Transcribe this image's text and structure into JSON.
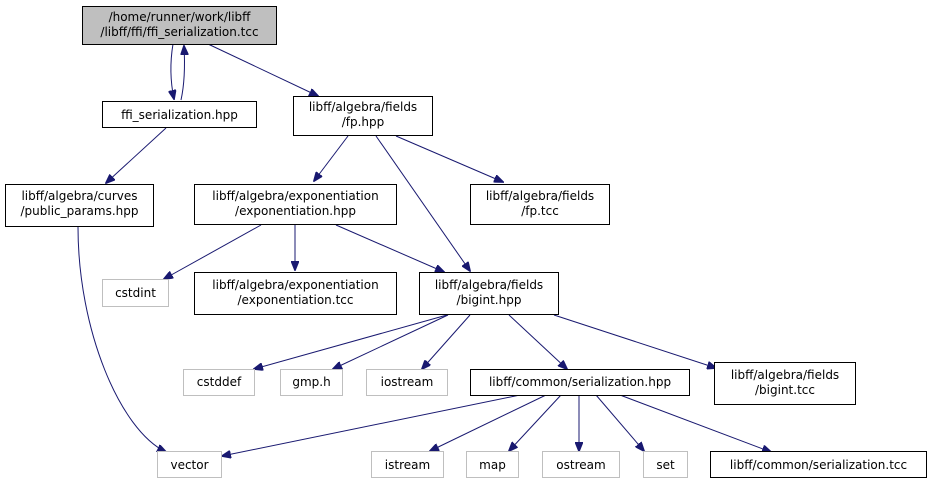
{
  "graph": {
    "colors": {
      "edge": "#191970",
      "root_fill": "#bfbfbf",
      "box_border": "#000000",
      "external_border": "#bfbfbf"
    },
    "nodes": {
      "root": [
        "/home/runner/work/libff",
        "/libff/ffi/ffi_serialization.tcc"
      ],
      "ffi_serialization_hpp": [
        "ffi_serialization.hpp"
      ],
      "fp_hpp": [
        "libff/algebra/fields",
        "/fp.hpp"
      ],
      "public_params_hpp": [
        "libff/algebra/curves",
        "/public_params.hpp"
      ],
      "exponentiation_hpp": [
        "libff/algebra/exponentiation",
        "/exponentiation.hpp"
      ],
      "fp_tcc": [
        "libff/algebra/fields",
        "/fp.tcc"
      ],
      "cstdint": [
        "cstdint"
      ],
      "exponentiation_tcc": [
        "libff/algebra/exponentiation",
        "/exponentiation.tcc"
      ],
      "bigint_hpp": [
        "libff/algebra/fields",
        "/bigint.hpp"
      ],
      "cstddef": [
        "cstddef"
      ],
      "gmp_h": [
        "gmp.h"
      ],
      "iostream": [
        "iostream"
      ],
      "serialization_hpp": [
        "libff/common/serialization.hpp"
      ],
      "bigint_tcc": [
        "libff/algebra/fields",
        "/bigint.tcc"
      ],
      "vector": [
        "vector"
      ],
      "istream": [
        "istream"
      ],
      "map": [
        "map"
      ],
      "ostream": [
        "ostream"
      ],
      "set": [
        "set"
      ],
      "serialization_tcc": [
        "libff/common/serialization.tcc"
      ]
    }
  }
}
